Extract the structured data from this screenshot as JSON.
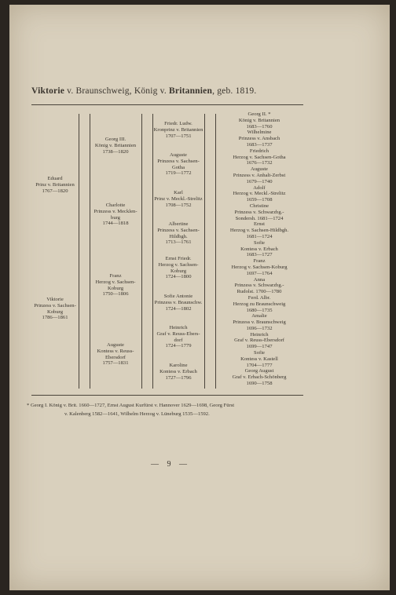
{
  "title": {
    "name1": "Viktorie",
    "mid1": " v. Braunschweig, König v. ",
    "name2": "Britannien",
    "mid2": ", geb. 1819."
  },
  "generation1": [
    "Viktorie",
    "Prinzess v. Sachsen-",
    "Koburg",
    "1786—1861"
  ],
  "generation1_upper": [
    "Eduard",
    "Prinz v. Britannien",
    "1767—1820"
  ],
  "generation2": [
    [
      "Georg III.",
      "König v. Britannien",
      "1738—1820"
    ],
    [
      "Charlotte",
      "Prinzess v. Mecklen-",
      "burg",
      "1744—1818"
    ],
    [
      "Franz",
      "Herzog v. Sachsen-",
      "Koburg",
      "1750—1806"
    ],
    [
      "Auguste",
      "Kontess v. Reuss-",
      "Ebersdorf",
      "1757—1831"
    ]
  ],
  "generation3": [
    [
      "Friedr. Ludw.",
      "Kronprinz v. Britannien",
      "1707—1751"
    ],
    [
      "Auguste",
      "Prinzess v. Sachsen-",
      "Gotha",
      "1719—1772"
    ],
    [
      "Karl",
      "Prinz v. Meckl.-Strelitz",
      "1708—1752"
    ],
    [
      "Albertine",
      "Prinzess v. Sachsen-",
      "Hildbgh.",
      "1713—1761"
    ],
    [
      "Ernst Friedr.",
      "Herzog v. Sachsen-",
      "Koburg",
      "1724—1800"
    ],
    [
      "Sofie Antonie",
      "Prinzess v. Braunschw.",
      "1724—1802"
    ],
    [
      "Heinrich",
      "Graf v. Reuss-Ebers-",
      "dorf",
      "1724—1779"
    ],
    [
      "Karoline",
      "Kontess v. Erbach",
      "1727—1796"
    ]
  ],
  "generation4": [
    "Georg II. *",
    "König v. Britannien",
    "1683—1760",
    "Wilhelmine",
    "Prinzess v. Ansbach",
    "1683—1737",
    "Friedrich",
    "Herzog v. Sachsen-Gotha",
    "1676—1732",
    "Auguste",
    "Prinzess v. Anhalt-Zerbst",
    "1679—1740",
    "Adolf",
    "Herzog v. Meckl.-Strelitz",
    "1659—1708",
    "Christine",
    "Prinzess v. Schwarzbg.-",
    "Sondersh. 1681—1724",
    "Ernst",
    "Herzog v. Sachsen-Hildbgh.",
    "1681—1724",
    "Sofie",
    "Kontess v. Erbach",
    "1683—1727",
    "Franz",
    "Herzog v. Sachsen-Koburg",
    "1697—1764",
    "Anna",
    "Prinzess v. Schwarzbg.-",
    "Rudolst. 1700—1780",
    "Ferd. Albr.",
    "Herzog zu Braunschweig",
    "1680—1735",
    "Amalie",
    "Prinzess v. Braunschweig",
    "1696—1732",
    "Heinrich",
    "Graf v. Reuss-Ebersdorf",
    "1699—1747",
    "Sofie",
    "Kontess v. Kastell",
    "1704—1777",
    "Georg August",
    "Graf v. Erbach-Schönberg",
    "1690—1758"
  ],
  "footnote": {
    "line1": "* Georg I. König v. Brit. 1660—1727, Ernst August Kurfürst v. Hannover 1629—1698, Georg Fürst",
    "line2": "v. Kalenberg 1582—1641, Wilhelm Herzog v. Lüneburg 1535—1592."
  },
  "page_number": "— 9 —"
}
